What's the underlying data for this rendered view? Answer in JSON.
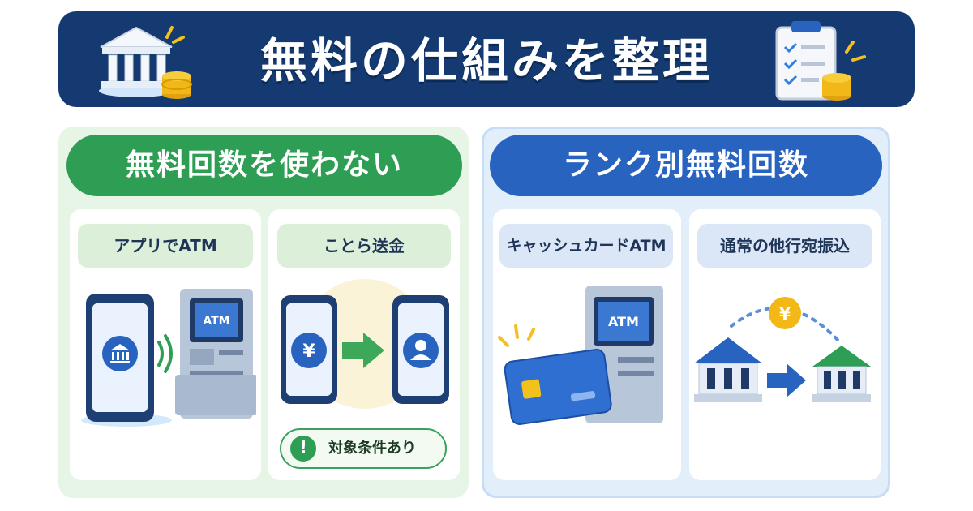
{
  "header": {
    "title": "無料の仕組みを整理",
    "bank_icon": "bank-icon",
    "checklist_icon": "clipboard-checklist-icon"
  },
  "left_section": {
    "heading": "無料回数を使わない",
    "cards": [
      {
        "label": "アプリでATM",
        "icons": [
          "smartphone-icon",
          "bank-icon",
          "wireless-signal-icon",
          "atm-machine-icon"
        ],
        "atm_screen_text": "ATM"
      },
      {
        "label": "ことら送金",
        "icons": [
          "smartphone-icon",
          "yen-coin-icon",
          "arrow-right-icon",
          "user-icon"
        ],
        "note": "対象条件あり",
        "note_icon": "exclamation-icon"
      }
    ]
  },
  "right_section": {
    "heading": "ランク別無料回数",
    "cards": [
      {
        "label": "キャッシュカードATM",
        "icons": [
          "credit-card-icon",
          "atm-machine-icon"
        ],
        "atm_screen_text": "ATM"
      },
      {
        "label": "通常の他行宛振込",
        "icons": [
          "bank-icon",
          "arrow-right-icon",
          "bank-icon",
          "yen-coin-icon"
        ],
        "coin_text": "¥"
      }
    ]
  },
  "colors": {
    "header_bg": "#153a72",
    "green_accent": "#2f9e55",
    "blue_accent": "#2863c0",
    "left_panel_bg": "#e7f5e6",
    "right_panel_bg": "#e3eefb",
    "coin_gold": "#f2b817"
  }
}
